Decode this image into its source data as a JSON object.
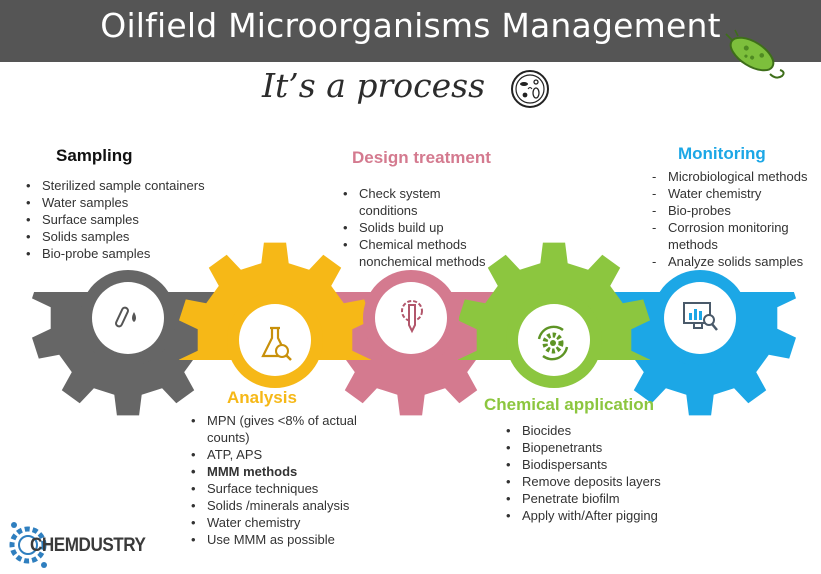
{
  "title": "Oilfield Microorganisms Management",
  "subtitle": "It’s a process",
  "colors": {
    "banner": "#555555",
    "gray": "#666666",
    "yellow": "#F6B817",
    "pink": "#D47A8F",
    "green": "#8CC63F",
    "blue": "#1CA7E6"
  },
  "stages": {
    "sampling": {
      "heading": "Sampling",
      "items": [
        "Sterilized sample containers",
        "Water samples",
        "Surface samples",
        "Solids samples",
        "Bio-probe samples"
      ],
      "icon": "test-tubes-icon"
    },
    "analysis": {
      "heading": "Analysis",
      "items": [
        "MPN  (gives <8% of actual",
        "counts)",
        "ATP, APS",
        "MMM methods",
        "Surface techniques",
        "Solids /minerals analysis",
        "Water chemistry",
        "Use MMM as possible"
      ],
      "icon": "flask-magnifier-icon"
    },
    "design": {
      "heading": "Design treatment",
      "items": [
        "Check system",
        "conditions",
        "Solids build up",
        "Chemical methods",
        "nonchemical methods"
      ],
      "icon": "pencil-gear-icon"
    },
    "application": {
      "heading": "Chemical application",
      "items": [
        "Biocides",
        "Biopenetrants",
        "Biodispersants",
        "Remove deposits layers",
        "Penetrate biofilm",
        "Apply with/After pigging"
      ],
      "icon": "gear-cycle-icon"
    },
    "monitoring": {
      "heading": "Monitoring",
      "items": [
        "Microbiological methods",
        "Water chemistry",
        "Bio-probes",
        "Corrosion monitoring",
        "methods",
        "Analyze solids samples"
      ],
      "icon": "monitor-chart-icon"
    }
  },
  "logo": {
    "text": "CHEMDUSTRY"
  }
}
